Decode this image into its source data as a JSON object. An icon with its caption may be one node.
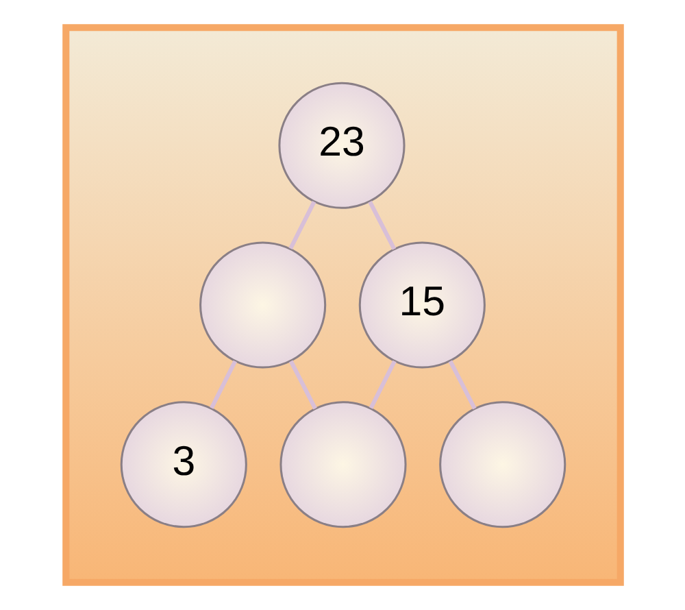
{
  "diagram": {
    "nodes": [
      {
        "text": [],
        "shape": "triangle"
      },
      {
        "text": [
          "23"
        ],
        "in": 0
      },
      {
        "text": [],
        "shape": "circle",
        "in": 0
      },
      {
        "text": [
          "15"
        ],
        "in": 0
      },
      {
        "text": [
          "3"
        ],
        "in": 0
      },
      {
        "text": [],
        "shape": "circle",
        "in": 0
      },
      {
        "text": [],
        "shape": "circle",
        "in": 0
      }
    ],
    "edges": [
      {
        "from": 1,
        "to": 2,
        "arrow": "none"
      },
      {
        "from": 1,
        "to": 3,
        "arrow": "none"
      },
      {
        "from": 2,
        "to": 4,
        "arrow": "none"
      },
      {
        "from": 2,
        "to": 5,
        "arrow": "none"
      },
      {
        "from": 3,
        "to": 5,
        "arrow": "none"
      },
      {
        "from": 3,
        "to": 6,
        "arrow": "none"
      }
    ]
  }
}
